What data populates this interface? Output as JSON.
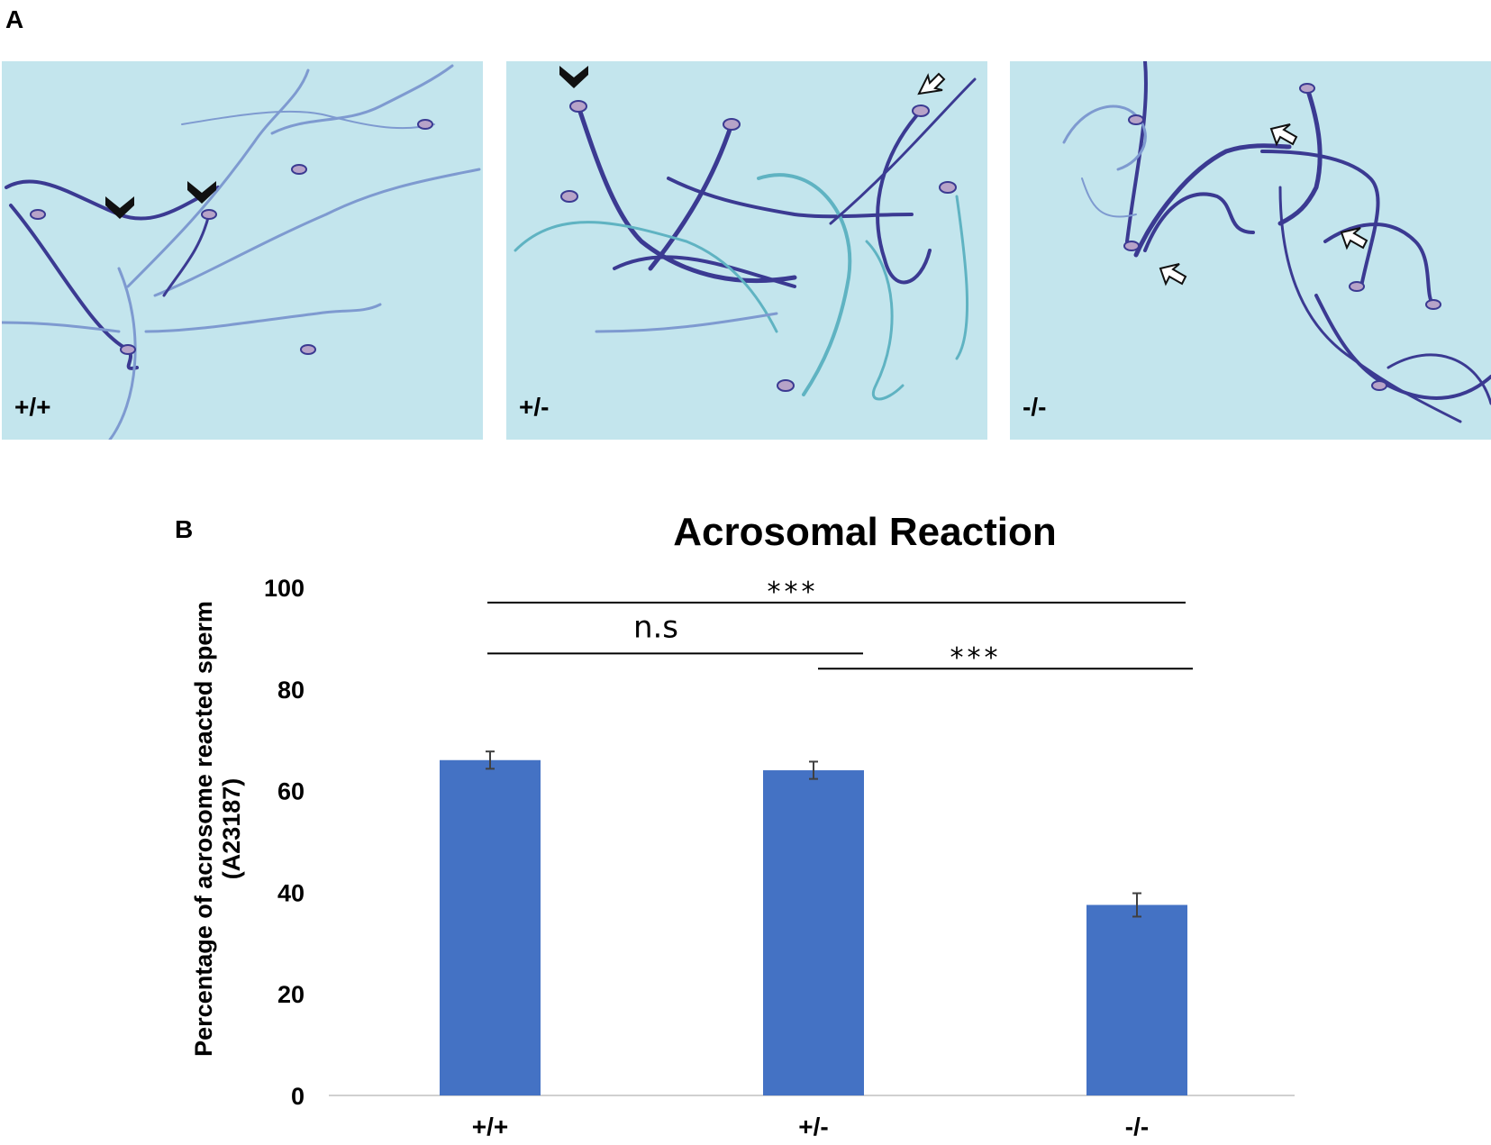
{
  "panel_a": {
    "letter": "A",
    "images": [
      {
        "genotype": "+/+"
      },
      {
        "genotype": "+/-"
      },
      {
        "genotype": "-/-"
      }
    ]
  },
  "panel_b": {
    "letter": "B"
  },
  "chart_data": {
    "type": "bar",
    "title": "Acrosomal Reaction",
    "ylabel": [
      "Percentage of acrosome reacted sperm",
      "(A23187)"
    ],
    "xlabel": "",
    "categories": [
      "+/+",
      "+/-",
      "-/-"
    ],
    "values": [
      66,
      64,
      37.5
    ],
    "errors": [
      1.7,
      1.7,
      2.3
    ],
    "ylim": [
      0,
      100
    ],
    "yticks": [
      0,
      20,
      40,
      60,
      80,
      100
    ],
    "grid": false,
    "bar_color": "#4472c4",
    "error_color": "#404040",
    "significance": [
      {
        "from": 0,
        "to": 2,
        "label": "***",
        "y": 97
      },
      {
        "from": 0,
        "to": 1,
        "label": "n.s",
        "y": 87
      },
      {
        "from": 1,
        "to": 2,
        "label": "***",
        "y": 84
      }
    ]
  },
  "colors": {
    "micro_background": "#c3e5ed",
    "sperm_dark": "#3b3a92",
    "sperm_light": "#7e9ad0",
    "sperm_teal": "#5fb3c2"
  },
  "icons": [
    "arrowhead-icon",
    "hollow-arrow-icon"
  ]
}
